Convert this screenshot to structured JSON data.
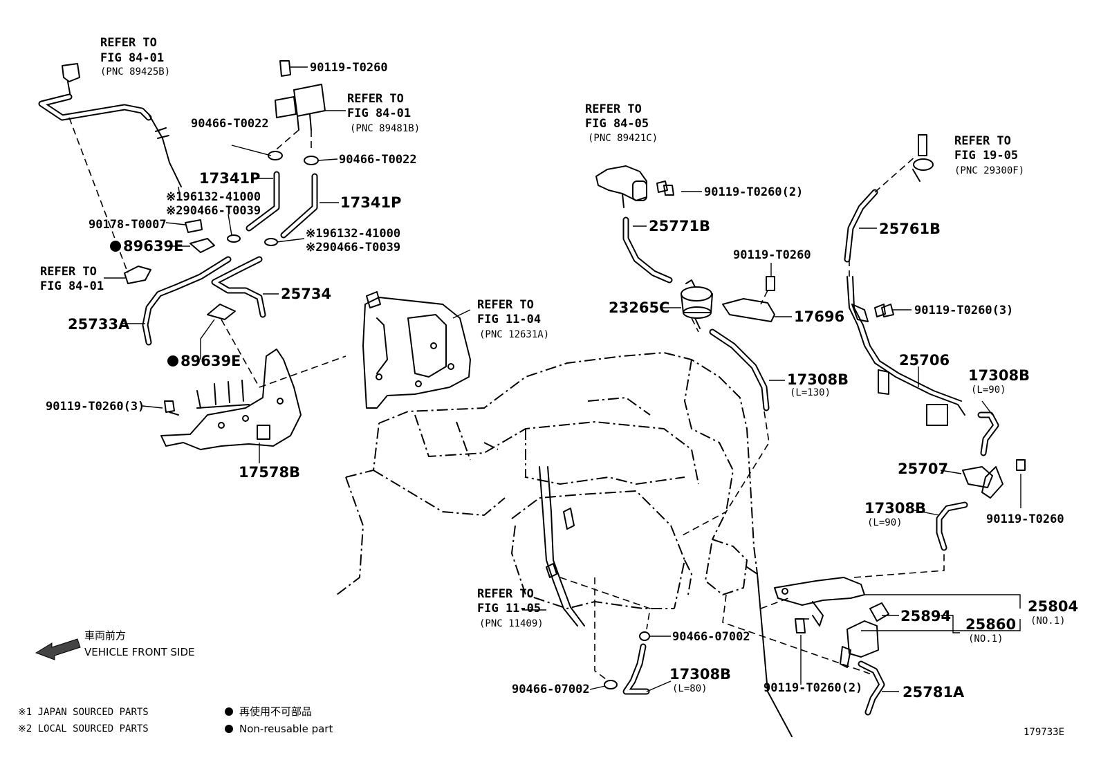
{
  "callouts": {
    "ref_84_01_top": {
      "l1": "REFER TO",
      "l2": "FIG 84-01",
      "l3": "(PNC 89425B)"
    },
    "bolt_top": "90119-T0260",
    "ref_84_01_mid": {
      "l1": "REFER TO",
      "l2": "FIG 84-01",
      "l3": "(PNC 89481B)"
    },
    "clamp_left": "90466-T0022",
    "clamp_right": "90466-T0022",
    "hose_17341p_left": "17341P",
    "hose_17341p_right": "17341P",
    "note_left_1": "※196132-41000",
    "note_left_2": "※290466-T0039",
    "clip_90178": "90178-T0007",
    "bracket_89639e_top": "89639E",
    "note_right_1": "※196132-41000",
    "note_right_2": "※290466-T0039",
    "ref_84_01_left": {
      "l1": "REFER TO",
      "l2": "FIG 84-01"
    },
    "pipe_25734": "25734",
    "pipe_25733a": "25733A",
    "bracket_89639e_bottom": "89639E",
    "bolt_left": "90119-T0260(3)",
    "bracket_17578b": "17578B",
    "ref_11_04": {
      "l1": "REFER TO",
      "l2": "FIG 11-04",
      "l3": "(PNC 12631A)"
    },
    "ref_84_05": {
      "l1": "REFER TO",
      "l2": "FIG 84-05",
      "l3": "(PNC 89421C)"
    },
    "bolt_sensor": "90119-T0260(2)",
    "hose_25771b": "25771B",
    "bolt_mid": "90119-T0260",
    "filter_23265c": "23265C",
    "bracket_17696": "17696",
    "hose_17308b_130": {
      "pn": "17308B",
      "len": "(L=130)"
    },
    "ref_19_05": {
      "l1": "REFER TO",
      "l2": "FIG 19-05",
      "l3": "(PNC 29300F)"
    },
    "hose_25761b": "25761B",
    "bolt_right": "90119-T0260(3)",
    "pipe_25706": "25706",
    "hose_17308b_90a": {
      "pn": "17308B",
      "len": "(L=90)"
    },
    "bracket_25707": "25707",
    "hose_17308b_90b": {
      "pn": "17308B",
      "len": "(L=90)"
    },
    "bolt_far_right": "90119-T0260",
    "ref_11_05": {
      "l1": "REFER TO",
      "l2": "FIG 11-05",
      "l3": "(PNC 11409)"
    },
    "clamp_07002_a": "90466-07002",
    "clamp_07002_b": "90466-07002",
    "hose_17308b_80": {
      "pn": "17308B",
      "len": "(L=80)"
    },
    "bolt_bottom": "90119-T0260(2)",
    "valve_25804": {
      "pn": "25804",
      "sub": "(NO.1)"
    },
    "gasket_25894": "25894",
    "valve_25860": {
      "pn": "25860",
      "sub": "(NO.1)"
    },
    "hose_25781a": "25781A"
  },
  "legend": {
    "front_jp": "車両前方",
    "front_en": "VEHICLE FRONT SIDE",
    "note1": "※1 JAPAN SOURCED PARTS",
    "note2": "※2 LOCAL SOURCED PARTS",
    "nonreuse_jp": "再使用不可部品",
    "nonreuse_en": "Non-reusable part"
  },
  "figure_id": "179733E"
}
